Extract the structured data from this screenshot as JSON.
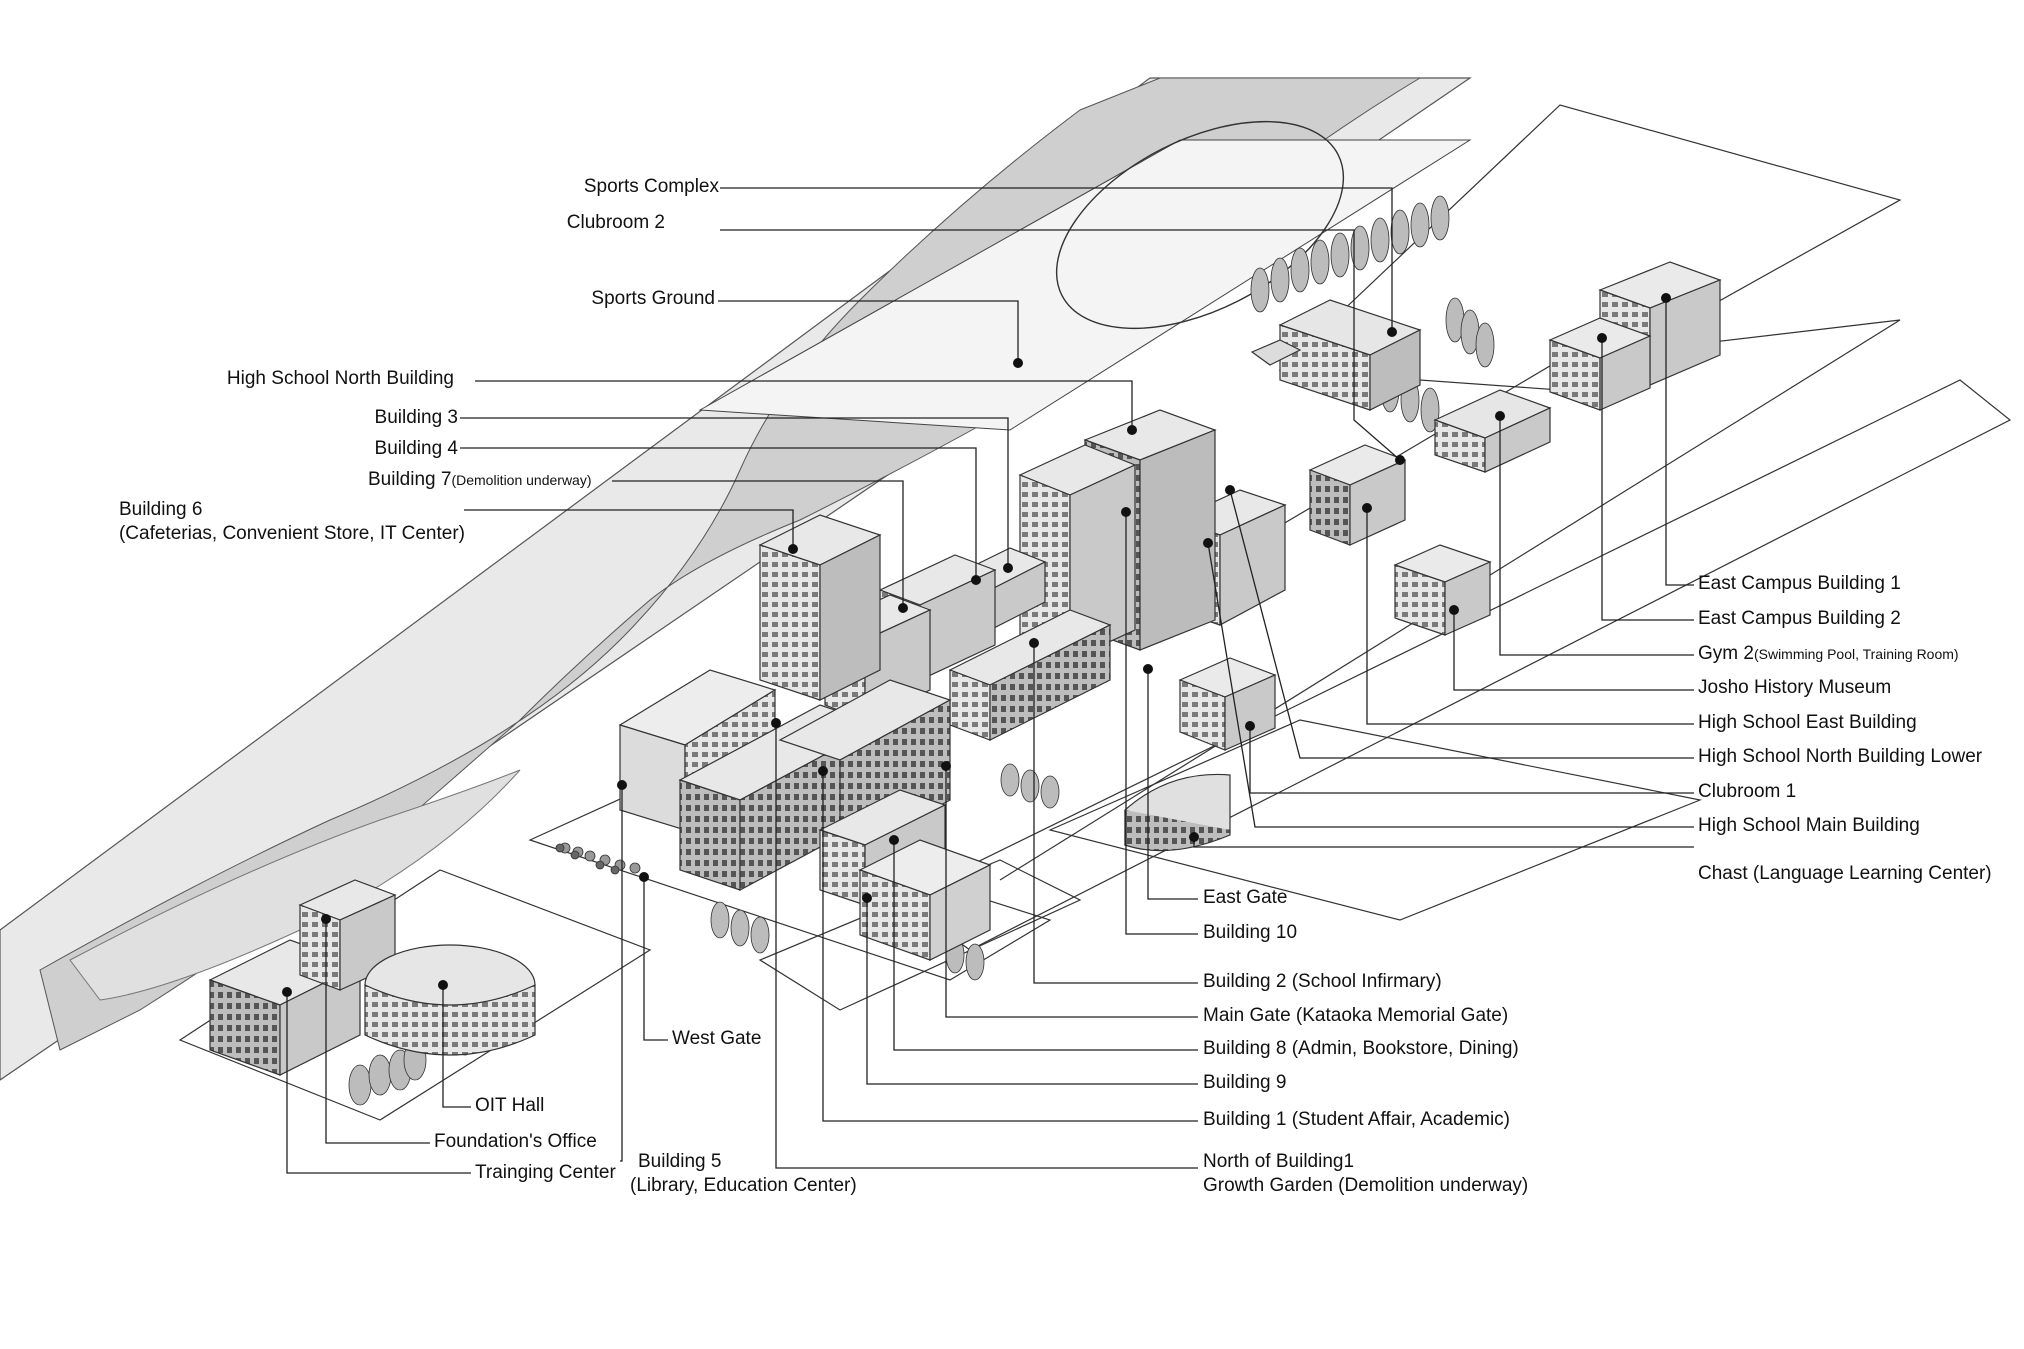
{
  "map": {
    "labels": {
      "sports_complex": "Sports Complex",
      "clubroom_2": "Clubroom 2",
      "sports_ground": "Sports Ground",
      "hs_north_building": "High School North Building",
      "building_3": "Building 3",
      "building_4": "Building 4",
      "building_7": "Building 7",
      "building_7_note": "(Demolition underway)",
      "building_6": "Building 6",
      "building_6_note": "(Cafeterias, Convenient Store, IT Center)",
      "east_campus_1": "East Campus Building 1",
      "east_campus_2": "East Campus Building 2",
      "gym_2": "Gym 2",
      "gym_2_note": "(Swimming Pool, Training Room)",
      "josho_museum": "Josho History Museum",
      "hs_east_building": "High School East Building",
      "hs_north_lower": "High School North Building Lower",
      "clubroom_1": "Clubroom 1",
      "hs_main_building": "High School Main Building",
      "chast": "Chast (Language Learning Center)",
      "east_gate": "East Gate",
      "building_10": "Building 10",
      "building_2": "Building 2 (School Infirmary)",
      "main_gate": "Main Gate (Kataoka Memorial Gate)",
      "building_8": "Building 8 (Admin, Bookstore, Dining)",
      "building_9": "Building 9",
      "building_1": "Building 1 (Student Affair, Academic)",
      "north_building1_l1": "North of Building1",
      "north_building1_l2": "Growth Garden (Demolition underway)",
      "west_gate": "West Gate",
      "oit_hall": "OIT Hall",
      "foundation_office": "Foundation's Office",
      "training_center": "Trainging Center",
      "building_5": "Building 5",
      "building_5_note": "(Library, Education Center)"
    },
    "colors": {
      "river": "#cfcfcf",
      "river_edge": "#e9e9e9",
      "outline": "#333333",
      "building_light": "#f3f3f3",
      "building_mid": "#d6d6d6",
      "building_dark": "#a9a9a9",
      "window": "#6f6f6f",
      "tree": "#b9b9b9",
      "leader": "#222222"
    }
  }
}
